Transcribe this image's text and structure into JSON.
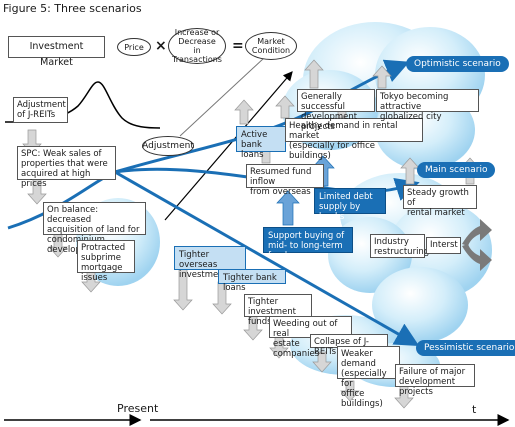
{
  "figure_title": "Figure 5: Three scenarios",
  "equation": {
    "investment_market": "Investment Market",
    "price": "Price",
    "times": "×",
    "transactions": "Increase or\nDecrease\nin Transactions",
    "equals": "=",
    "condition": "Market\nCondition"
  },
  "labels": {
    "adjustment_jreit": "Adjustment\nof J-REITs",
    "spc": "SPC: Weak sales of\nproperties that were\nacquired at high prices",
    "adjustment": "Adjustment",
    "on_balance": "On balance: decreased\nacquisition of land for\ncondominium development",
    "subprime": "Protracted\nsubprime\nmortgage issues",
    "tighter_overseas": "Tighter overseas\ninvestment",
    "tighter_bank": "Tighter bank loans",
    "tighter_funds": "Tighter investment\nfunds",
    "weeding": "Weeding out of real\nestate companies",
    "collapse": "Collapse of J-REITs",
    "weaker_demand": "Weaker demand\n(especially for\noffice buildings)",
    "failure": "Failure of major\ndevelopment projects",
    "active_bank": "Active bank\nloans",
    "resumed_fund": "Resumed fund inflow\nfrom overseas",
    "healthy_demand": "Healthy demand in rental market\n(especially for office buildings)",
    "generally_successful": "Generally successful\ndevelopment projects",
    "tokyo": "Tokyo becoming attractive\nglobalized city",
    "limited_debt": "Limited debt\nsupply by banks",
    "support_buying": "Support buying of\nmid- to long-term funds",
    "steady_growth": "Steady growth of\nrental market",
    "industry": "Industry\nrestructuring",
    "interest": "Interst"
  },
  "scenarios": {
    "optimistic": "Optimistic scenario",
    "main": "Main scenario",
    "pessimistic": "Pessimistic scenario"
  },
  "timeline": {
    "present": "Present",
    "t": "t"
  },
  "colors": {
    "accent": "#1a6fb5",
    "cloud": "#bfe3f6",
    "arrow_fill": "#d6d6d6",
    "arrow_blue": "#6aa3d8"
  }
}
